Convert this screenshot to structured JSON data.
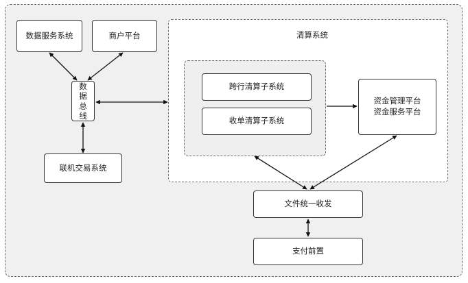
{
  "diagram": {
    "clearing_system_title": "清算系统",
    "nodes": {
      "data_service": "数据服务系统",
      "merchant_platform": "商户平台",
      "data_bus": [
        "数",
        "据",
        "总",
        "线"
      ],
      "online_trading": "联机交易系统",
      "interbank_clearing": "跨行清算子系统",
      "acquiring_clearing": "收单清算子系统",
      "fund_management": "资金管理平台",
      "fund_service": "资金服务平台",
      "file_unified_transfer": "文件统一收发",
      "payment_front": "支付前置"
    }
  }
}
